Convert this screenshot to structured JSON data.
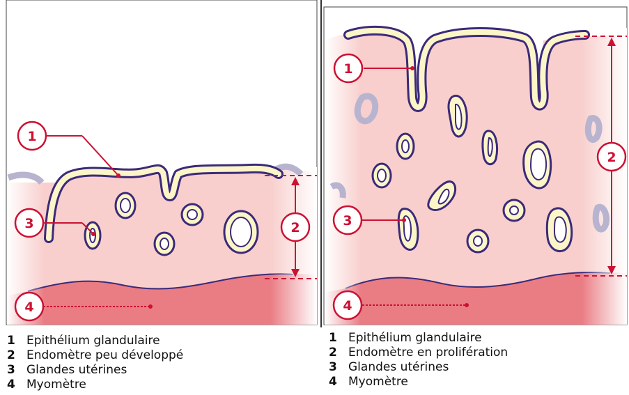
{
  "left_panel": {
    "callouts": [
      "1",
      "2",
      "3",
      "4"
    ],
    "legend": [
      {
        "num": "1",
        "text": "Epithélium glandulaire"
      },
      {
        "num": "2",
        "text": "Endomètre peu développé"
      },
      {
        "num": "3",
        "text": "Glandes utérines"
      },
      {
        "num": "4",
        "text": "Myomètre"
      }
    ]
  },
  "right_panel": {
    "callouts": [
      "1",
      "2",
      "3",
      "4"
    ],
    "legend": [
      {
        "num": "1",
        "text": "Epithélium glandulaire"
      },
      {
        "num": "2",
        "text": "Endomètre en prolifération"
      },
      {
        "num": "3",
        "text": "Glandes utérines"
      },
      {
        "num": "4",
        "text": "Myomètre"
      }
    ]
  },
  "colors": {
    "endometrium": "#f6c6c4",
    "myometrium": "#e7707a",
    "epithelium_fill": "#fbf5c8",
    "outline": "#3b2a7a",
    "callout": "#cc1133"
  }
}
